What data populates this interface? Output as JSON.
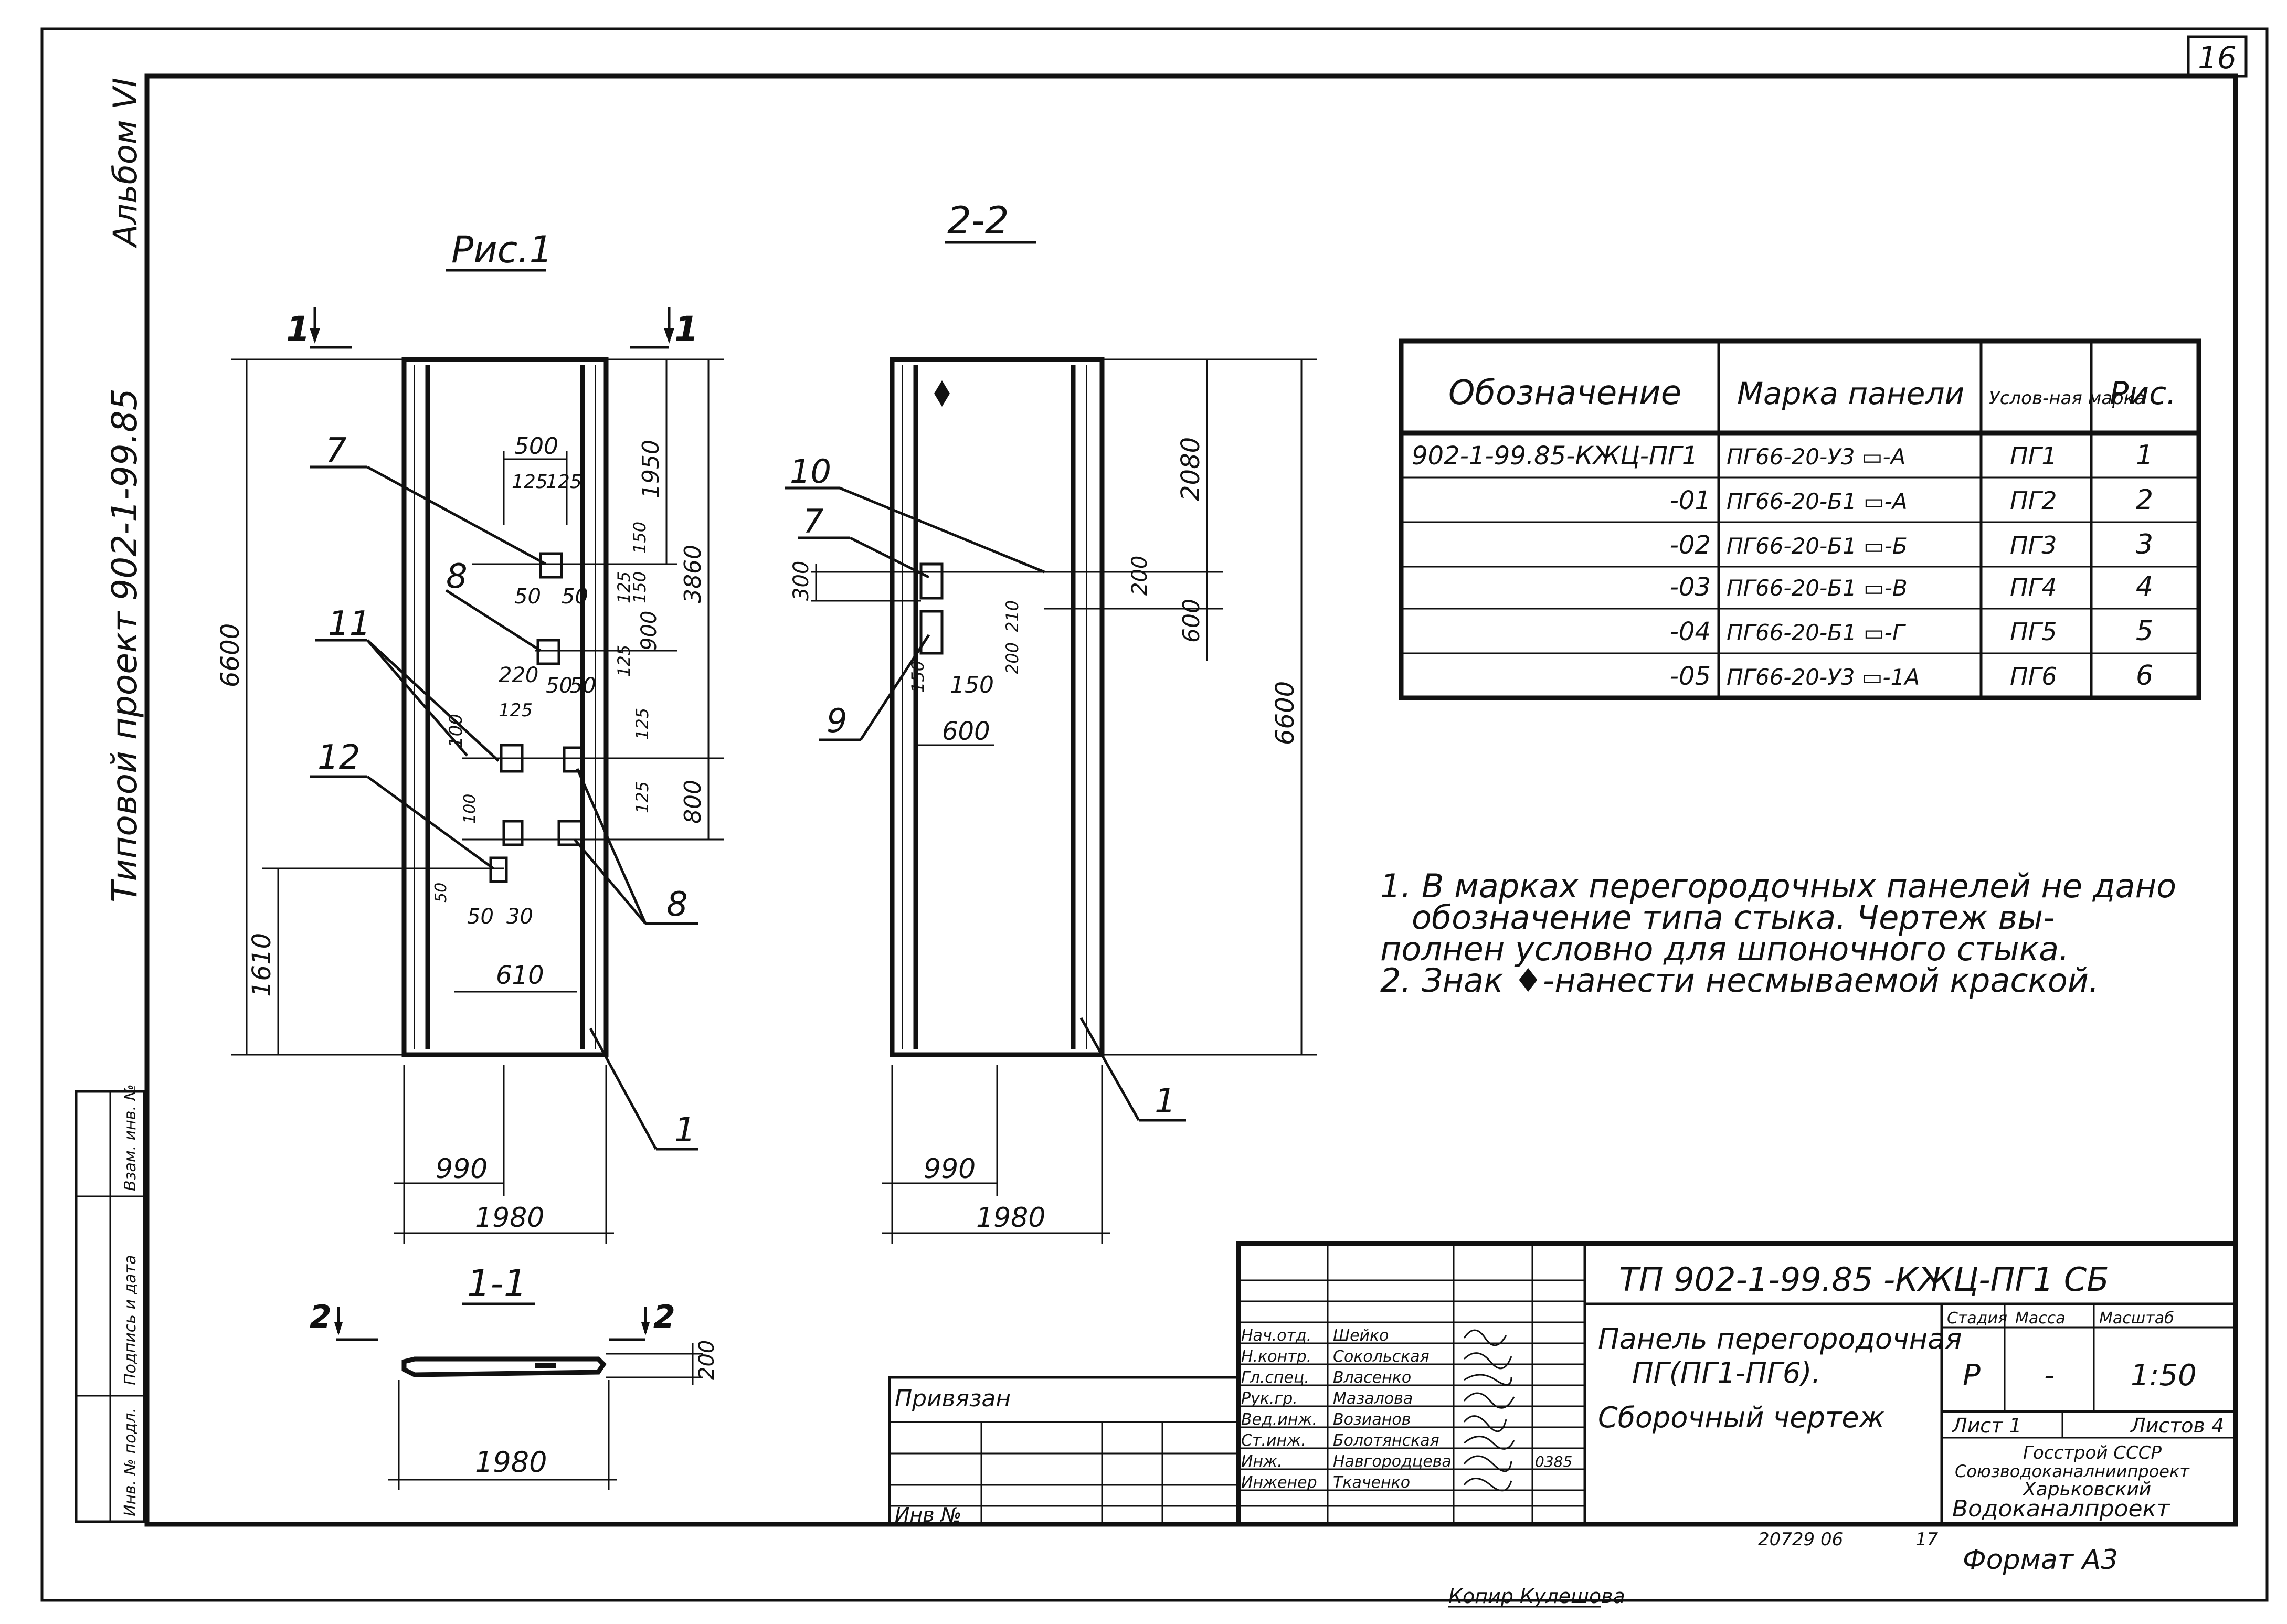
{
  "sheet_number": "16",
  "side_stamp": {
    "album": "Альбом VI",
    "project": "Типовой проект 902-1-99.85"
  },
  "stamp_cells": [
    "Инв. № подл.",
    "Подпись и дата",
    "Взам. инв. №"
  ],
  "fig1": {
    "title": "Рис.1",
    "section_mark_left": "1",
    "section_mark_right": "1",
    "dims": {
      "height_total": "6600",
      "d1950": "1950",
      "d3860": "3860",
      "d800": "800",
      "d1610": "1610",
      "w500": "500",
      "w125a": "125",
      "w125b": "125",
      "w50a": "50",
      "w50b": "50",
      "w150": "150",
      "w125c": "125",
      "w150b": "150",
      "w900": "900",
      "w125d": "125",
      "w220": "220",
      "w50c": "50",
      "w50d": "50",
      "w125e": "125",
      "w125f": "125",
      "w125g": "125",
      "w100": "100",
      "w100b": "100",
      "w50e": "50",
      "w30": "30",
      "w610": "610",
      "w990": "990",
      "w1980": "1980"
    },
    "callouts": [
      "7",
      "8",
      "11",
      "12",
      "8",
      "1"
    ]
  },
  "fig22": {
    "title": "2-2",
    "dims": {
      "d2080": "2080",
      "d200": "200",
      "d600": "600",
      "d6600": "6600",
      "d300": "300",
      "d210": "210",
      "d200b": "200",
      "d150": "150",
      "d150b": "150",
      "d600w": "600",
      "w990": "990",
      "w1980": "1980"
    },
    "callouts": [
      "10",
      "7",
      "9",
      "1"
    ]
  },
  "fig11": {
    "title": "1-1",
    "mark_left": "2",
    "mark_right": "2",
    "d200": "200",
    "w1980": "1980"
  },
  "spec_table": {
    "headers": [
      "Обозначение",
      "Марка панели",
      "Услов-ная марка",
      "Рис."
    ],
    "rows": [
      [
        "902-1-99.85-КЖЦ-ПГ1",
        "ПГ66-20-У3 ▭-А",
        "ПГ1",
        "1"
      ],
      [
        "-01",
        "ПГ66-20-Б1 ▭-А",
        "ПГ2",
        "2"
      ],
      [
        "-02",
        "ПГ66-20-Б1 ▭-Б",
        "ПГ3",
        "3"
      ],
      [
        "-03",
        "ПГ66-20-Б1 ▭-В",
        "ПГ4",
        "4"
      ],
      [
        "-04",
        "ПГ66-20-Б1 ▭-Г",
        "ПГ5",
        "5"
      ],
      [
        "-05",
        "ПГ66-20-У3 ▭-1А",
        "ПГ6",
        "6"
      ]
    ]
  },
  "notes": [
    "1. В марках перегородочных панелей не дано",
    "обозначение типа стыка. Чертеж вы-",
    "полнен условно для шпоночного стыка.",
    "2. Знак ♦-нанести несмываемой краской."
  ],
  "title_block": {
    "doc_code": "ТП 902-1-99.85   -КЖЦ-ПГ1 СБ",
    "title_lines": [
      "Панель перегородочная",
      "ПГ(ПГ1-ПГ6).",
      "Сборочный чертеж"
    ],
    "stage_head": "Стадия",
    "mass_head": "Масса",
    "scale_head": "Масштаб",
    "stage": "Р",
    "mass": "-",
    "scale": "1:50",
    "sheet_label": "Лист 1",
    "sheets_label": "Листов 4",
    "org_lines": [
      "Госстрой СССР",
      "Союзводоканалниипроект",
      "Харьковский",
      "Водоканалпроект"
    ],
    "bound_label": "Привязан",
    "inv_label": "Инв №",
    "roles": [
      {
        "role": "Нач.отд.",
        "name": "Шейко"
      },
      {
        "role": "Н.контр.",
        "name": "Сокольская"
      },
      {
        "role": "Гл.спец.",
        "name": "Власенко"
      },
      {
        "role": "Рук.гр.",
        "name": "Мазалова"
      },
      {
        "role": "Вед.инж.",
        "name": "Возианов"
      },
      {
        "role": "Ст.инж.",
        "name": "Болотянская"
      },
      {
        "role": "Инж.",
        "name": "Навгородцева"
      },
      {
        "role": "Инженер",
        "name": "Ткаченко"
      }
    ],
    "date_note": "0385"
  },
  "bottom": {
    "order_no": "20729 06",
    "sheet_small": "17",
    "format": "Формат А3",
    "copied": "Копир Кулешова"
  }
}
